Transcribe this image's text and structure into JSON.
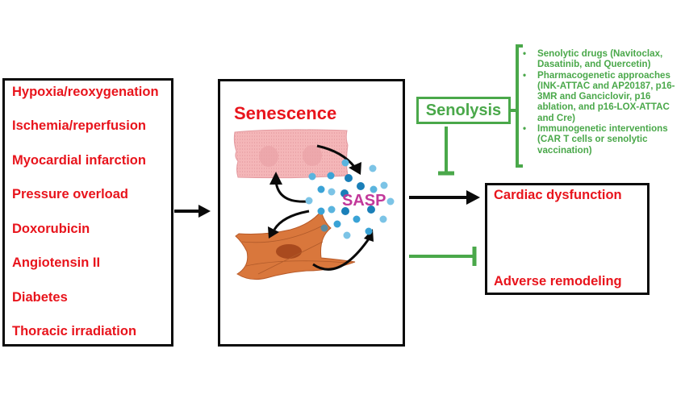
{
  "causes": {
    "items": [
      "Hypoxia/reoxygenation",
      "Ischemia/reperfusion",
      "Myocardial infarction",
      "Pressure overload",
      "Doxorubicin",
      "Angiotensin II",
      "Diabetes",
      "Thoracic irradiation"
    ]
  },
  "senescence": {
    "title": "Senescence",
    "sasp_label": "SASP",
    "cells": [
      "cardiomyocyte-illustration",
      "fibroblast-illustration"
    ]
  },
  "senolysis": {
    "label": "Senolysis",
    "interventions": [
      {
        "bullet": "•",
        "text": "Senolytic drugs (Navitoclax, Dasatinib, and Quercetin)"
      },
      {
        "bullet": "•",
        "text": "Pharmacogenetic approaches (INK-ATTAC and AP20187, p16-3MR and Ganciclovir, p16 ablation, and p16-LOX-ATTAC and Cre)"
      },
      {
        "bullet": "•",
        "text": "Immunogenetic interventions (CAR T cells or senolytic vaccination)"
      }
    ]
  },
  "outcomes": {
    "items": [
      "Cardiac dysfunction",
      "Adverse remodeling"
    ]
  },
  "colors": {
    "red_text": "#e8141c",
    "green": "#4aa84a",
    "sasp": "#c2389a",
    "black": "#0a0a0a",
    "cardiomyocyte": "#f4b6b8",
    "fibroblast": "#d9773c",
    "sasp_particles": "#3aa3d6"
  }
}
